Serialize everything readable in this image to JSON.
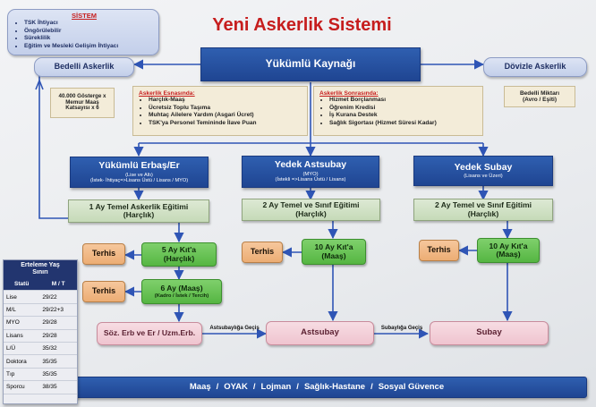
{
  "title": "Yeni Askerlik Sistemi",
  "sistem": {
    "heading": "SİSTEM",
    "items": [
      "TSK İhtiyacı",
      "Öngörülebilir",
      "Süreklilik",
      "Eğitim ve Mesleki Gelişim İhtiyacı"
    ]
  },
  "source_box": "Yükümlü Kaynağı",
  "bedelli": {
    "label": "Bedelli Askerlik",
    "detail_lines": [
      "40.000 Gösterge x",
      "Memur Maaş",
      "Katsayısı x 6"
    ]
  },
  "dovizle": {
    "label": "Dövizle Askerlik",
    "detail_lines": [
      "Bedelli Miktarı",
      "(Avro / Eşiti)"
    ]
  },
  "during_service": {
    "heading": "Askerlik Esnasında:",
    "items": [
      "Harçlık-Maaş",
      "Ücretsiz Toplu Taşıma",
      "Muhtaç Ailelere Yardım (Asgari Ücret)",
      "TSK'ya Personel Temininde İlave Puan"
    ]
  },
  "after_service": {
    "heading": "Askerlik Sonrasında:",
    "items": [
      "Hizmet Borçlanması",
      "Öğrenim Kredisi",
      "İş Kurana Destek",
      "Sağlık Sigortası (Hizmet Süresi Kadar)"
    ]
  },
  "branches": [
    {
      "title": "Yükümlü Erbaş/Er",
      "subtitle_lines": [
        "(Lise ve Altı)",
        "(İstek- İhtiyaç=>Lisans Üstü / Lisans / MYO)"
      ],
      "training": [
        "1 Ay Temel Askerlik Eğitimi",
        "(Harçlık)"
      ]
    },
    {
      "title": "Yedek Astsubay",
      "subtitle_lines": [
        "(MYO)",
        "(İstekli =>Lisans Üstü / Lisans)"
      ],
      "training": [
        "2 Ay Temel ve Sınıf Eğitimi",
        "(Harçlık)"
      ]
    },
    {
      "title": "Yedek Subay",
      "subtitle_lines": [
        "(Lisans ve Üzeri)"
      ],
      "training": [
        "2 Ay Temel ve Sınıf Eğitimi",
        "(Harçlık)"
      ]
    }
  ],
  "terhis": "Terhis",
  "steps": {
    "erbas_kita": [
      "5 Ay Kıt'a",
      "(Harçlık)"
    ],
    "erbas_maas": [
      "6 Ay (Maaş)",
      "(Kadro / İstek / Tercih)"
    ],
    "astsubay_kita": [
      "10 Ay Kıt'a",
      "(Maaş)"
    ],
    "subay_kita": [
      "10 Ay Kıt'a",
      "(Maaş)"
    ]
  },
  "outcomes": {
    "erbas": "Söz. Erb ve Er / Uzm.Erb.",
    "astsubay": "Astsubay",
    "subay": "Subay",
    "edge_to_astsubay": "Astsubaylığa Geçiş",
    "edge_to_subay": "Subaylığa Geçiş"
  },
  "benefits": [
    "Maaş",
    "OYAK",
    "Lojman",
    "Sağlık-Hastane",
    "Sosyal Güvence"
  ],
  "deferment": {
    "title_lines": [
      "Erteleme Yaş",
      "Sınırı"
    ],
    "header": [
      "Statü",
      "M / T"
    ],
    "rows": [
      [
        "Lise",
        "29/22"
      ],
      [
        "M/L",
        "29/22+3"
      ],
      [
        "MYO",
        "29/28"
      ],
      [
        "Lisans",
        "29/28"
      ],
      [
        "L/Ü",
        "35/32"
      ],
      [
        "Doktora",
        "35/35"
      ],
      [
        "Tıp",
        "35/35"
      ],
      [
        "Sporcu",
        "38/35"
      ]
    ]
  },
  "colors": {
    "title": "#c61d1d",
    "blue": "#2448a0",
    "connector": "#2f55b5",
    "green": "#5fbf4c",
    "orange": "#f0b27d",
    "pink": "#f2ccd6",
    "table_header": "#22356f"
  }
}
